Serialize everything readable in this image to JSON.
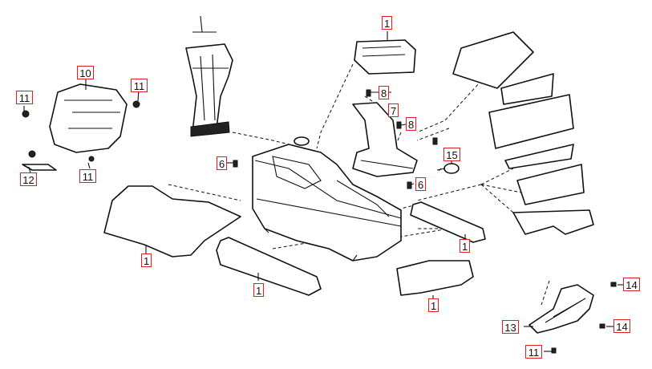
{
  "diagram": {
    "callouts": [
      {
        "id": "c1-top",
        "label": "1"
      },
      {
        "id": "c10",
        "label": "10"
      },
      {
        "id": "c11-left",
        "label": "11"
      },
      {
        "id": "c11-right",
        "label": "11"
      },
      {
        "id": "c8-top",
        "label": "8"
      },
      {
        "id": "c7",
        "label": "7"
      },
      {
        "id": "c8-mid",
        "label": "8"
      },
      {
        "id": "c11-mid",
        "label": "11"
      },
      {
        "id": "c12",
        "label": "12"
      },
      {
        "id": "c6-left",
        "label": "6"
      },
      {
        "id": "c15",
        "label": "15"
      },
      {
        "id": "c6-right",
        "label": "6"
      },
      {
        "id": "c1-left",
        "label": "1"
      },
      {
        "id": "c1-right",
        "label": "1"
      },
      {
        "id": "c1-bottom-mid",
        "label": "1"
      },
      {
        "id": "c1-bottom-right",
        "label": "1"
      },
      {
        "id": "c14-top",
        "label": "14"
      },
      {
        "id": "c13",
        "label": "13"
      },
      {
        "id": "c14-bottom",
        "label": "14"
      },
      {
        "id": "c11-bottom",
        "label": "11"
      }
    ]
  }
}
